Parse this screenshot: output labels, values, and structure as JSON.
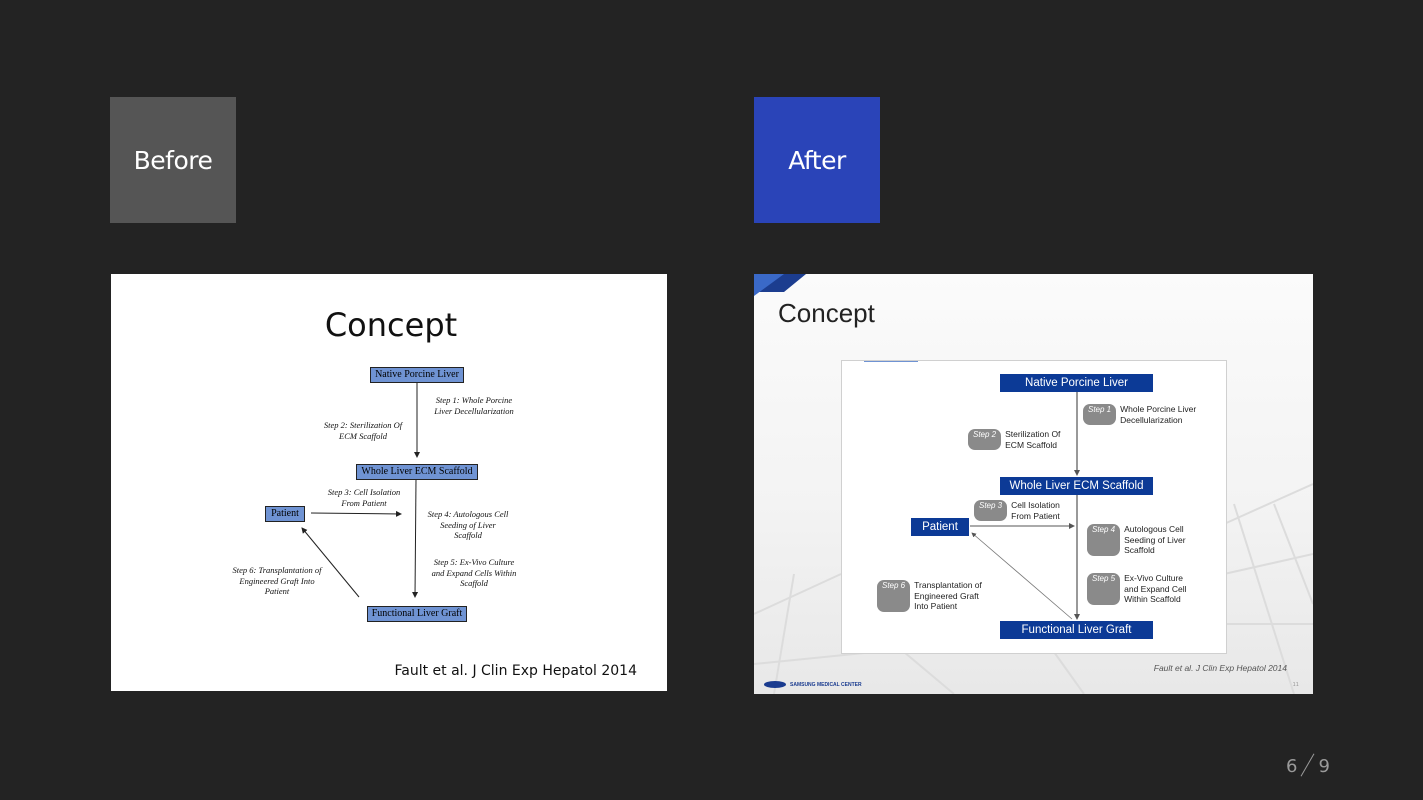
{
  "labels": {
    "before": "Before",
    "after": "After"
  },
  "slide_before": {
    "title": "Concept",
    "boxes": {
      "native": "Native Porcine Liver",
      "ecm": "Whole Liver ECM Scaffold",
      "patient": "Patient",
      "graft": "Functional Liver Graft"
    },
    "steps": {
      "s1": "Step 1: Whole Porcine Liver Decellularization",
      "s2": "Step 2: Sterilization Of ECM Scaffold",
      "s3": "Step 3: Cell Isolation From Patient",
      "s4": "Step 4: Autologous Cell Seeding of Liver Scaffold",
      "s5": "Step 5: Ex-Vivo Culture and Expand Cells Within Scaffold",
      "s6": "Step 6: Transplantation of Engineered Graft Into Patient"
    },
    "citation": "Fault et al. J Clin Exp Hepatol 2014"
  },
  "slide_after": {
    "title": "Concept",
    "boxes": {
      "native": "Native Porcine Liver",
      "ecm": "Whole Liver ECM Scaffold",
      "patient": "Patient",
      "graft": "Functional Liver Graft"
    },
    "pills": {
      "s1": "Step 1",
      "s2": "Step 2",
      "s3": "Step 3",
      "s4": "Step 4",
      "s5": "Step 5",
      "s6": "Step 6"
    },
    "steps": {
      "s1": "Whole Porcine Liver Decellularization",
      "s2": "Sterilization Of ECM Scaffold",
      "s3": "Cell Isolation From Patient",
      "s4": "Autologous Cell Seeding of Liver Scaffold",
      "s5": "Ex-Vivo Culture and Expand Cell Within Scaffold",
      "s6": "Transplantation of Engineered Graft Into Patient"
    },
    "citation": "Fault et al. J Clin Exp Hepatol 2014",
    "footer": "SAMSUNG MEDICAL CENTER",
    "page_number": "11"
  },
  "pager": {
    "current": "6",
    "total": "9"
  },
  "colors": {
    "after_accent": "#2a44b8",
    "before_tag": "#555555",
    "after_box": "#0c3a96",
    "before_box": "#6f93d3"
  }
}
